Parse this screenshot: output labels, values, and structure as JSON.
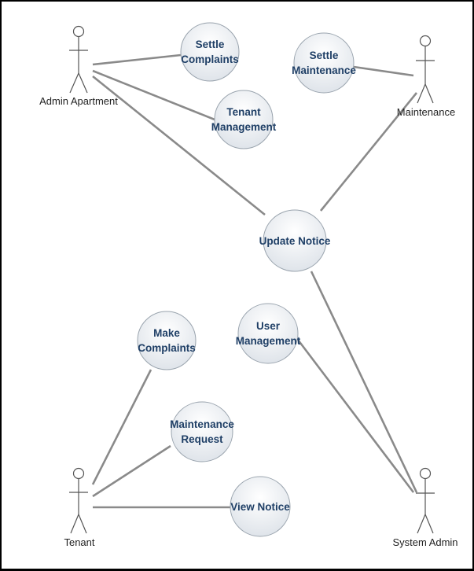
{
  "actors": {
    "admin_apartment": "Admin Apartment",
    "maintenance": "Maintenance",
    "tenant": "Tenant",
    "system_admin": "System Admin"
  },
  "use_cases": {
    "settle_complaints": [
      "Settle",
      "Complaints"
    ],
    "tenant_management": [
      "Tenant",
      "Management"
    ],
    "settle_maintenance": [
      "Settle",
      "Maintenance"
    ],
    "update_notice": [
      "Update Notice"
    ],
    "make_complaints": [
      "Make",
      "Complaints"
    ],
    "user_management": [
      "User",
      "Management"
    ],
    "maintenance_request": [
      "Maintenance",
      "Request"
    ],
    "view_notice": [
      "View Notice"
    ]
  },
  "colors": {
    "border": "#000000",
    "association": "#8a8a8a",
    "use_case_text": "#1f3f66",
    "use_case_fill_top": "#ffffff",
    "use_case_fill_bottom": "#dfe4ea"
  }
}
